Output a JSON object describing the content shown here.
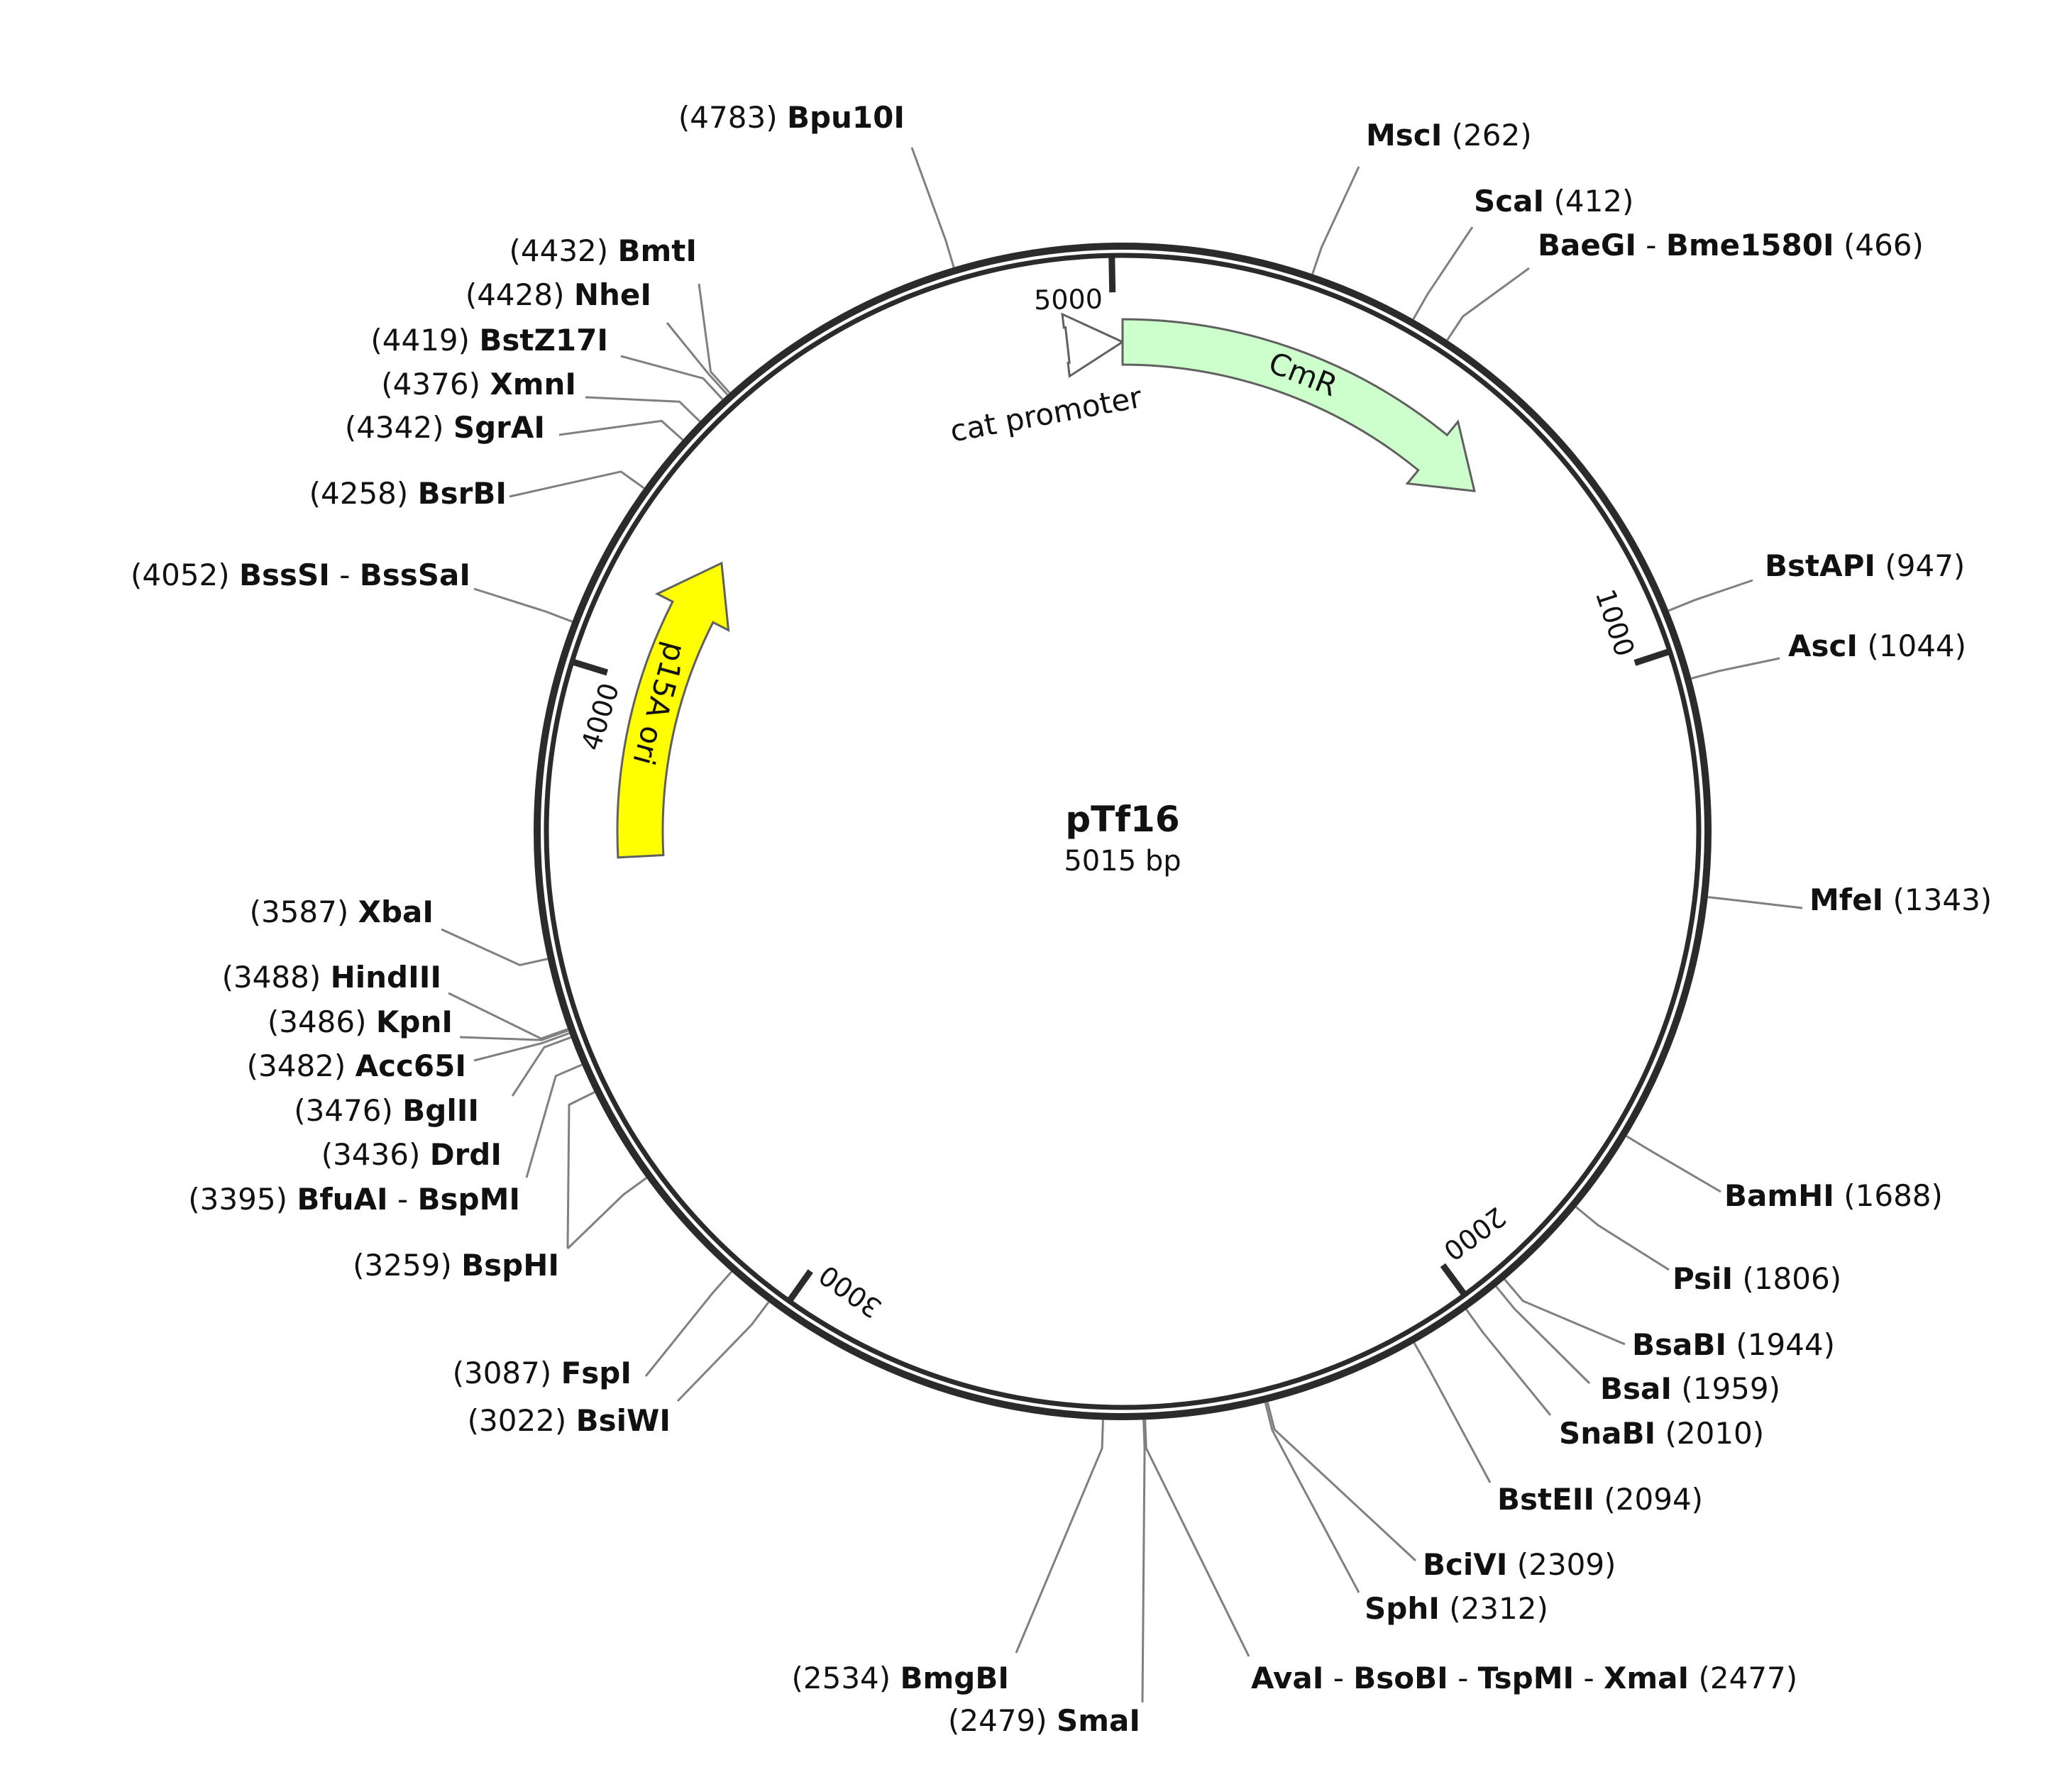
{
  "plasmid": {
    "name": "pTf16",
    "size_label": "5015 bp",
    "length_bp": 5015
  },
  "colors": {
    "backbone": "#2b2b2b",
    "leader": "#808080",
    "cmr_fill": "#ccffcc",
    "ori_fill": "#ffff00",
    "promoter_fill": "#ffffff",
    "feature_stroke": "#606060"
  },
  "ticks": [
    {
      "bp": 1000,
      "label": "1000"
    },
    {
      "bp": 2000,
      "label": "2000"
    },
    {
      "bp": 3000,
      "label": "3000"
    },
    {
      "bp": 4000,
      "label": "4000"
    },
    {
      "bp": 5000,
      "label": "5000"
    }
  ],
  "features": [
    {
      "id": "cat-promoter",
      "label": "cat promoter",
      "start": 4925,
      "end": 5015,
      "strand": 1,
      "color": "#ffffff"
    },
    {
      "id": "cmr",
      "label": "CmR",
      "start": 5015,
      "end": 640,
      "strand": 1,
      "color": "#ccffcc"
    },
    {
      "id": "p15a-ori",
      "label": "p15A ori",
      "start": 3720,
      "end": 4232,
      "strand": 1,
      "color": "#ffff00"
    }
  ],
  "sites": [
    {
      "id": "bpu10i",
      "names": [
        "Bpu10I"
      ],
      "pos_label": "(4783)",
      "bp": 4783
    },
    {
      "id": "msci",
      "names": [
        "MscI"
      ],
      "pos_label": "(262)",
      "bp": 262
    },
    {
      "id": "scai",
      "names": [
        "ScaI"
      ],
      "pos_label": "(412)",
      "bp": 412
    },
    {
      "id": "baegi",
      "names": [
        "BaeGI",
        "Bme1580I"
      ],
      "pos_label": "(466)",
      "bp": 466
    },
    {
      "id": "bmti",
      "names": [
        "BmtI"
      ],
      "pos_label": "(4432)",
      "bp": 4432
    },
    {
      "id": "nhei",
      "names": [
        "NheI"
      ],
      "pos_label": "(4428)",
      "bp": 4428
    },
    {
      "id": "bstz17i",
      "names": [
        "BstZ17I"
      ],
      "pos_label": "(4419)",
      "bp": 4419
    },
    {
      "id": "xmni",
      "names": [
        "XmnI"
      ],
      "pos_label": "(4376)",
      "bp": 4376
    },
    {
      "id": "sgrai",
      "names": [
        "SgrAI"
      ],
      "pos_label": "(4342)",
      "bp": 4342
    },
    {
      "id": "bsrbi",
      "names": [
        "BsrBI"
      ],
      "pos_label": "(4258)",
      "bp": 4258
    },
    {
      "id": "bstapi",
      "names": [
        "BstAPI"
      ],
      "pos_label": "(947)",
      "bp": 947
    },
    {
      "id": "asci",
      "names": [
        "AscI"
      ],
      "pos_label": "(1044)",
      "bp": 1044
    },
    {
      "id": "bsssi",
      "names": [
        "BssSI",
        "BssSaI"
      ],
      "pos_label": "(4052)",
      "bp": 4052
    },
    {
      "id": "mfei",
      "names": [
        "MfeI"
      ],
      "pos_label": "(1343)",
      "bp": 1343
    },
    {
      "id": "xbai",
      "names": [
        "XbaI"
      ],
      "pos_label": "(3587)",
      "bp": 3587
    },
    {
      "id": "hindiii",
      "names": [
        "HindIII"
      ],
      "pos_label": "(3488)",
      "bp": 3488
    },
    {
      "id": "kpni",
      "names": [
        "KpnI"
      ],
      "pos_label": "(3486)",
      "bp": 3486
    },
    {
      "id": "acc65i",
      "names": [
        "Acc65I"
      ],
      "pos_label": "(3482)",
      "bp": 3482
    },
    {
      "id": "bglii",
      "names": [
        "BglII"
      ],
      "pos_label": "(3476)",
      "bp": 3476
    },
    {
      "id": "drdi",
      "names": [
        "DrdI"
      ],
      "pos_label": "(3436)",
      "bp": 3436
    },
    {
      "id": "bfuai",
      "names": [
        "BfuAI",
        "BspMI"
      ],
      "pos_label": "(3395)",
      "bp": 3395
    },
    {
      "id": "bsphi",
      "names": [
        "BspHI"
      ],
      "pos_label": "(3259)",
      "bp": 3259
    },
    {
      "id": "fspi",
      "names": [
        "FspI"
      ],
      "pos_label": "(3087)",
      "bp": 3087
    },
    {
      "id": "bsiwi",
      "names": [
        "BsiWI"
      ],
      "pos_label": "(3022)",
      "bp": 3022
    },
    {
      "id": "bamhi",
      "names": [
        "BamHI"
      ],
      "pos_label": "(1688)",
      "bp": 1688
    },
    {
      "id": "psii",
      "names": [
        "PsiI"
      ],
      "pos_label": "(1806)",
      "bp": 1806
    },
    {
      "id": "bsabi",
      "names": [
        "BsaBI"
      ],
      "pos_label": "(1944)",
      "bp": 1944
    },
    {
      "id": "bsai",
      "names": [
        "BsaI"
      ],
      "pos_label": "(1959)",
      "bp": 1959
    },
    {
      "id": "snabi",
      "names": [
        "SnaBI"
      ],
      "pos_label": "(2010)",
      "bp": 2010
    },
    {
      "id": "bsteii",
      "names": [
        "BstEII"
      ],
      "pos_label": "(2094)",
      "bp": 2094
    },
    {
      "id": "bcivi",
      "names": [
        "BciVI"
      ],
      "pos_label": "(2309)",
      "bp": 2309
    },
    {
      "id": "sphi",
      "names": [
        "SphI"
      ],
      "pos_label": "(2312)",
      "bp": 2312
    },
    {
      "id": "avai",
      "names": [
        "AvaI",
        "BsoBI",
        "TspMI",
        "XmaI"
      ],
      "pos_label": "(2477)",
      "bp": 2477
    },
    {
      "id": "bmgbi",
      "names": [
        "BmgBI"
      ],
      "pos_label": "(2534)",
      "bp": 2534
    },
    {
      "id": "smai",
      "names": [
        "SmaI"
      ],
      "pos_label": "(2479)",
      "bp": 2479
    }
  ]
}
